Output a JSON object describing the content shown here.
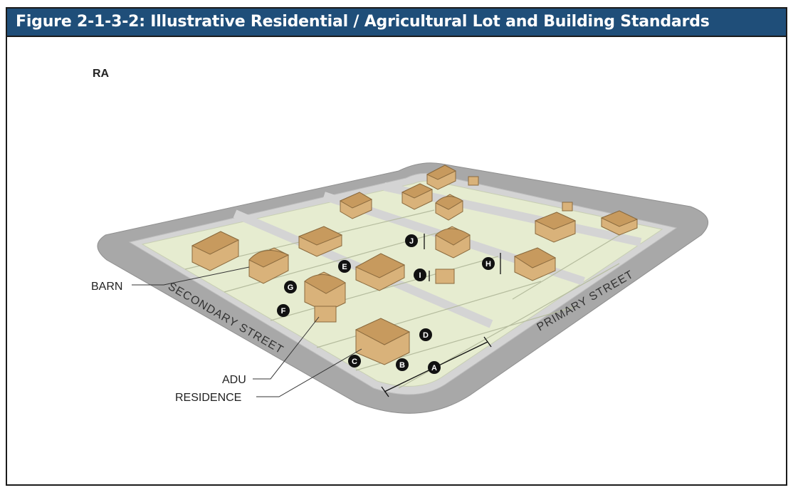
{
  "title": "Figure 2-1-3-2: Illustrative Residential / Agricultural Lot and Building Standards",
  "zone_label": "RA",
  "street_labels": {
    "secondary": "SECONDARY STREET",
    "primary": "PRIMARY STREET"
  },
  "callouts": {
    "barn": "BARN",
    "adu": "ADU",
    "residence": "RESIDENCE"
  },
  "markers": [
    "A",
    "B",
    "C",
    "D",
    "E",
    "F",
    "G",
    "H",
    "I",
    "J"
  ],
  "colors": {
    "title_bar": "#1f4e79",
    "title_text": "#ffffff",
    "road": "#a8a8a8",
    "lot": "#e6ecd0",
    "sidewalk": "#d4d4d4",
    "building": "#d9b27a",
    "building_roof": "#c79a5e",
    "marker": "#111111"
  }
}
